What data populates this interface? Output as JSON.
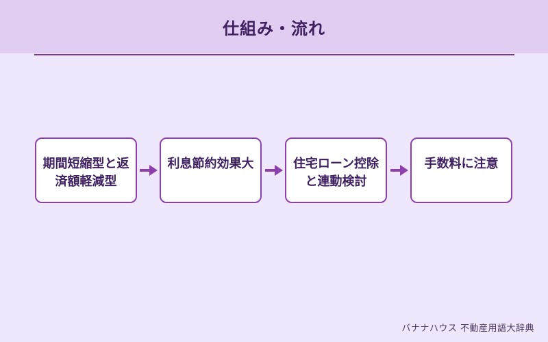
{
  "header": {
    "title": "仕組み・流れ"
  },
  "flow": {
    "steps": [
      {
        "label": "期間短縮型と返済額軽減型"
      },
      {
        "label": "利息節約効果大"
      },
      {
        "label": "住宅ローン控除と連動検討"
      },
      {
        "label": "手数料に注意"
      }
    ]
  },
  "footer": {
    "credit": "バナナハウス 不動産用語大辞典"
  },
  "colors": {
    "background": "#efe8fc",
    "header_band": "#e0cdf1",
    "accent": "#8c3fad",
    "text": "#3e1f60"
  }
}
